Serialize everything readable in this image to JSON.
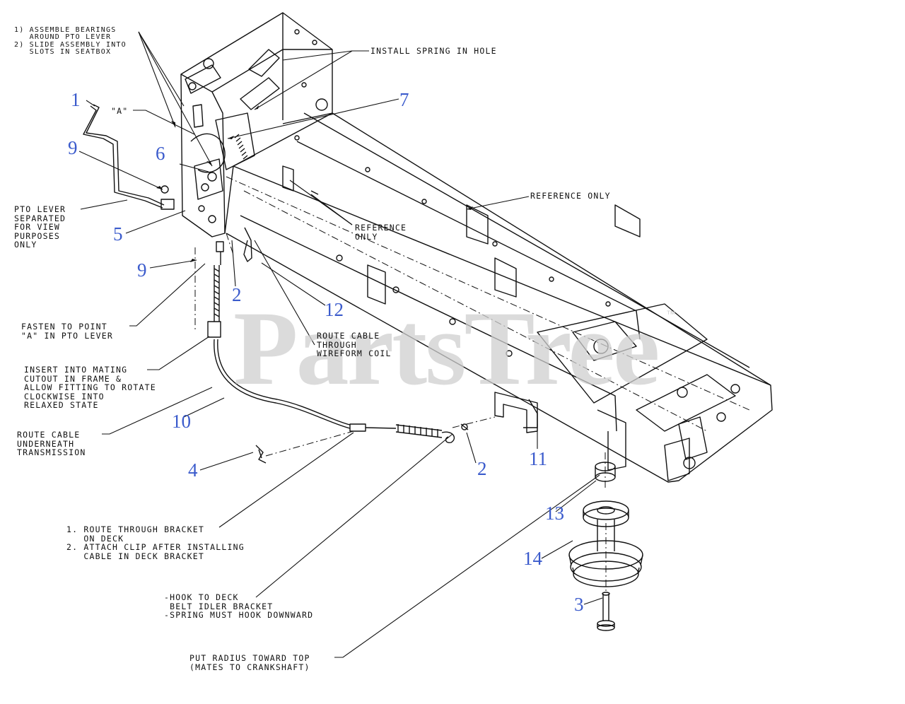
{
  "watermark": {
    "text": "PartsTree",
    "mark": "™"
  },
  "notes": {
    "assemble": "1) ASSEMBLE BEARINGS\n   AROUND PTO LEVER\n2) SLIDE ASSEMBLY INTO\n   SLOTS IN SEATBOX",
    "install_spring": "INSTALL SPRING IN HOLE",
    "point_a": "\"A\"",
    "reference_only_1": "REFERENCE ONLY",
    "reference_only_2": "REFERENCE\nONLY",
    "pto_lever": "PTO LEVER\nSEPARATED\nFOR VIEW\nPURPOSES\nONLY",
    "fasten": "FASTEN TO POINT\n\"A\" IN PTO LEVER",
    "route_wireform": "ROUTE CABLE\nTHROUGH\nWIREFORM COIL",
    "insert": "INSERT INTO MATING\nCUTOUT IN FRAME &\nALLOW FITTING TO ROTATE\nCLOCKWISE INTO\nRELAXED STATE",
    "route_under": "ROUTE CABLE\nUNDERNEATH\nTRANSMISSION",
    "route_bracket": "1. ROUTE THROUGH BRACKET\n   ON DECK\n2. ATTACH CLIP AFTER INSTALLING\n   CABLE IN DECK BRACKET",
    "hook": "-HOOK TO DECK\n BELT IDLER BRACKET\n-SPRING MUST HOOK DOWNWARD",
    "radius": "PUT RADIUS TOWARD TOP\n(MATES TO CRANKSHAFT)"
  },
  "callouts": {
    "n1": "1",
    "n9a": "9",
    "n6": "6",
    "n5": "5",
    "n9b": "9",
    "n2a": "2",
    "n12": "12",
    "n7": "7",
    "n10": "10",
    "n4": "4",
    "n2b": "2",
    "n11": "11",
    "n13": "13",
    "n14": "14",
    "n3": "3"
  },
  "colors": {
    "callout": "#3b5bcc",
    "line": "#111111",
    "watermark": "#cfcfcf"
  }
}
